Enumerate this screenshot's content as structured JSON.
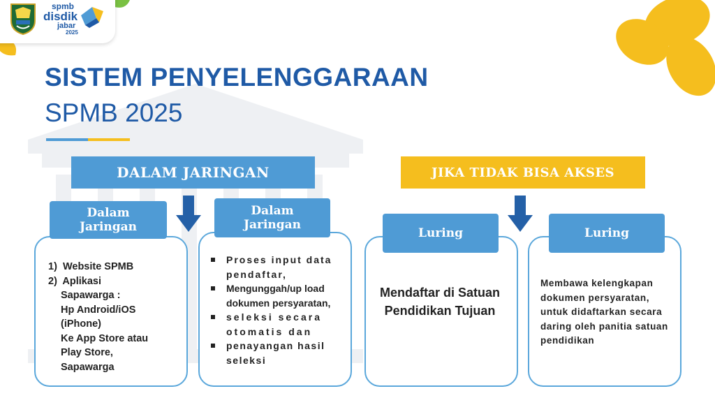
{
  "header": {
    "logo_text_1": "spmb",
    "logo_text_2": "disdik",
    "logo_text_3": "jabar",
    "logo_text_4": "2025"
  },
  "title": {
    "line1": "SISTEM PENYELENGGARAAN",
    "line2": "SPMB 2025"
  },
  "left_section": {
    "banner": "DALAM JARINGAN",
    "col1": {
      "tag": "Dalam Jaringan",
      "items": [
        "1)  Website SPMB",
        "2)  Aplikasi",
        "Sapawarga :",
        "Hp Android/iOS",
        "(iPhone)",
        "Ke App Store atau",
        "Play Store,",
        "Sapawarga"
      ]
    },
    "col2": {
      "tag": "Dalam Jaringan",
      "bullets": [
        "Proses input data pendaftar,",
        "Mengunggah/up load dokumen persyaratan,",
        "seleksi secara otomatis dan",
        "penayangan hasil seleksi"
      ]
    }
  },
  "right_section": {
    "banner": "JIKA TIDAK BISA AKSES",
    "col1": {
      "tag": "Luring",
      "text": "Mendaftar di Satuan Pendidikan Tujuan"
    },
    "col2": {
      "tag": "Luring",
      "text": "Membawa kelengkapan dokumen persyaratan, untuk didaftarkan secara daring oleh panitia satuan pendidikan"
    }
  },
  "colors": {
    "title_blue": "#1f5aa6",
    "banner_blue": "#4f9bd5",
    "banner_yellow": "#f5be1e",
    "arrow_blue": "#2460a7",
    "panel_border": "#5aa7db"
  }
}
